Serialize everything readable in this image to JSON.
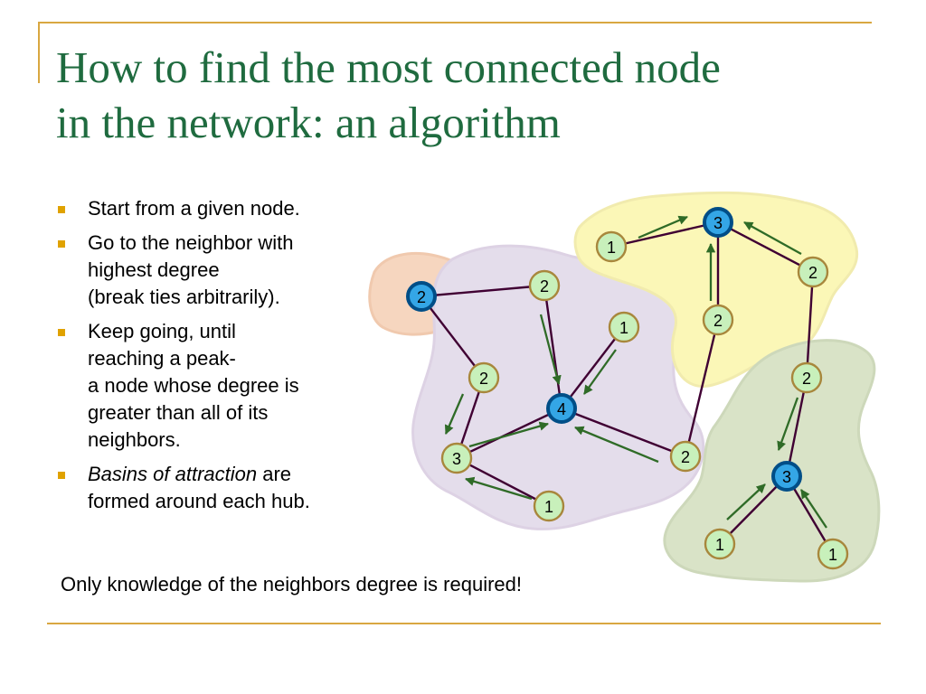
{
  "slide": {
    "title_line1": "How to find the most connected node",
    "title_line2": "in the network: an algorithm",
    "bullets": [
      {
        "lines": [
          "Start from a given node."
        ]
      },
      {
        "lines": [
          "Go to the neighbor with",
          "highest degree",
          "(break ties arbitrarily)."
        ]
      },
      {
        "lines": [
          "Keep going, until",
          "reaching a peak-",
          "a node whose degree is",
          "greater than all of its",
          "neighbors."
        ]
      },
      {
        "italic_part": "Basins of attraction",
        "rest_part": " are",
        "line2": "formed around each hub."
      }
    ],
    "note": "Only knowledge of the neighbors degree is required!",
    "accent_color": "#d9a741",
    "title_color": "#1f6b3f",
    "bullet_color": "#e0a200"
  },
  "diagram": {
    "basins": [
      {
        "name": "orange-basin",
        "fill": "#f6d6bf"
      },
      {
        "name": "purple-basin",
        "fill": "#e4ddeb"
      },
      {
        "name": "yellow-basin",
        "fill": "#fbf7b7"
      },
      {
        "name": "green-basin",
        "fill": "#d9e3c7"
      }
    ],
    "nodes": [
      {
        "id": "orange-hub",
        "degree": "2",
        "hub": true
      },
      {
        "id": "purple-top",
        "degree": "2",
        "hub": false
      },
      {
        "id": "purple-one",
        "degree": "1",
        "hub": false
      },
      {
        "id": "purple-left",
        "degree": "2",
        "hub": false
      },
      {
        "id": "purple-hub",
        "degree": "4",
        "hub": true
      },
      {
        "id": "purple-three",
        "degree": "3",
        "hub": false
      },
      {
        "id": "purple-bottom-right",
        "degree": "2",
        "hub": false
      },
      {
        "id": "purple-bottom",
        "degree": "1",
        "hub": false
      },
      {
        "id": "yellow-left",
        "degree": "1",
        "hub": false
      },
      {
        "id": "yellow-hub",
        "degree": "3",
        "hub": true
      },
      {
        "id": "yellow-middle",
        "degree": "2",
        "hub": false
      },
      {
        "id": "yellow-right",
        "degree": "2",
        "hub": false
      },
      {
        "id": "green-top",
        "degree": "2",
        "hub": false
      },
      {
        "id": "green-hub",
        "degree": "3",
        "hub": true
      },
      {
        "id": "green-left",
        "degree": "1",
        "hub": false
      },
      {
        "id": "green-right",
        "degree": "1",
        "hub": false
      }
    ],
    "colors": {
      "edge": "#400033",
      "arrow": "#2f6b27",
      "regular_node_fill": "#c8f0bb",
      "regular_node_stroke": "#a8873c",
      "hub_fill": "#34a6e6",
      "hub_stroke": "#004e87"
    }
  }
}
